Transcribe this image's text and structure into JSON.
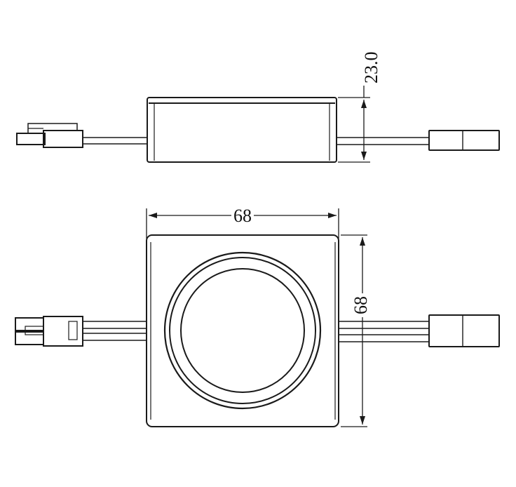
{
  "colors": {
    "line": "#1a1a1a",
    "background": "#ffffff"
  },
  "side_view": {
    "height_dimension": "23.0"
  },
  "top_view": {
    "width_dimension": "68",
    "height_dimension": "68"
  }
}
